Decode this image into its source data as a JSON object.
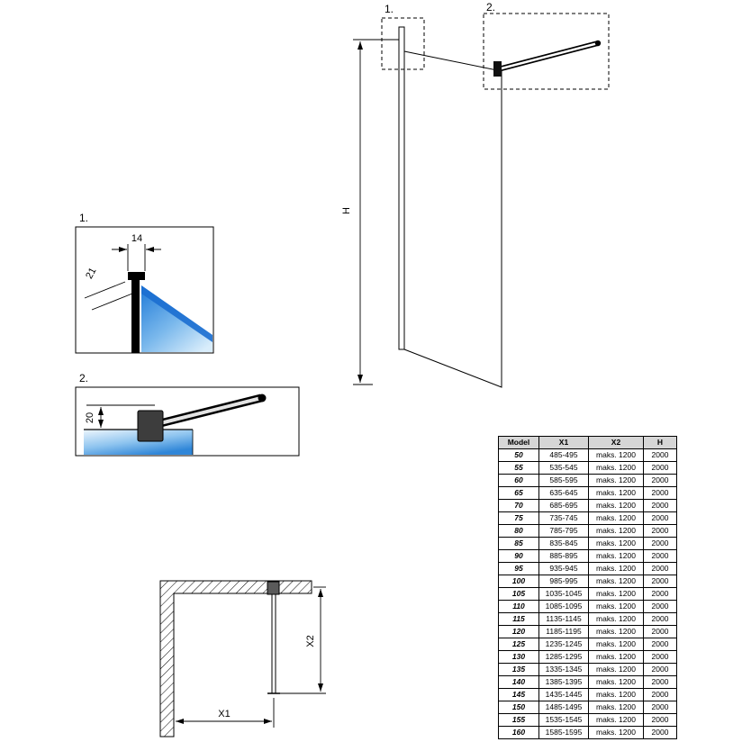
{
  "colors": {
    "line": "#000000",
    "glass_blue_dark": "#1f7ad8",
    "glass_blue_light": "#d9edfb",
    "table_header_bg": "#d6d6d6"
  },
  "front_view": {
    "detail1_label": "1.",
    "detail2_label": "2.",
    "height_label": "H"
  },
  "detail1": {
    "label": "1.",
    "profile_width": "14",
    "profile_depth": "21"
  },
  "detail2": {
    "label": "2.",
    "bar_offset": "20"
  },
  "plan_view": {
    "width_label": "X1",
    "bar_label": "X2"
  },
  "table": {
    "headers": [
      "Model",
      "X1",
      "X2",
      "H"
    ],
    "rows": [
      [
        "50",
        "485-495",
        "maks. 1200",
        "2000"
      ],
      [
        "55",
        "535-545",
        "maks. 1200",
        "2000"
      ],
      [
        "60",
        "585-595",
        "maks. 1200",
        "2000"
      ],
      [
        "65",
        "635-645",
        "maks. 1200",
        "2000"
      ],
      [
        "70",
        "685-695",
        "maks. 1200",
        "2000"
      ],
      [
        "75",
        "735-745",
        "maks. 1200",
        "2000"
      ],
      [
        "80",
        "785-795",
        "maks. 1200",
        "2000"
      ],
      [
        "85",
        "835-845",
        "maks. 1200",
        "2000"
      ],
      [
        "90",
        "885-895",
        "maks. 1200",
        "2000"
      ],
      [
        "95",
        "935-945",
        "maks. 1200",
        "2000"
      ],
      [
        "100",
        "985-995",
        "maks. 1200",
        "2000"
      ],
      [
        "105",
        "1035-1045",
        "maks. 1200",
        "2000"
      ],
      [
        "110",
        "1085-1095",
        "maks. 1200",
        "2000"
      ],
      [
        "115",
        "1135-1145",
        "maks. 1200",
        "2000"
      ],
      [
        "120",
        "1185-1195",
        "maks. 1200",
        "2000"
      ],
      [
        "125",
        "1235-1245",
        "maks. 1200",
        "2000"
      ],
      [
        "130",
        "1285-1295",
        "maks. 1200",
        "2000"
      ],
      [
        "135",
        "1335-1345",
        "maks. 1200",
        "2000"
      ],
      [
        "140",
        "1385-1395",
        "maks. 1200",
        "2000"
      ],
      [
        "145",
        "1435-1445",
        "maks. 1200",
        "2000"
      ],
      [
        "150",
        "1485-1495",
        "maks. 1200",
        "2000"
      ],
      [
        "155",
        "1535-1545",
        "maks. 1200",
        "2000"
      ],
      [
        "160",
        "1585-1595",
        "maks. 1200",
        "2000"
      ]
    ]
  }
}
